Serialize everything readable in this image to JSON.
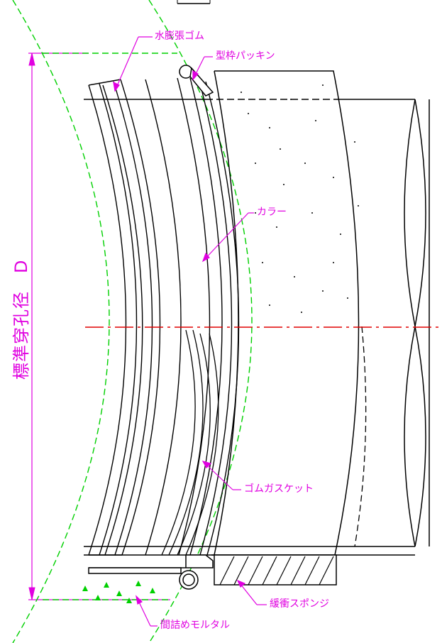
{
  "colors": {
    "annotation": "#e000e0",
    "guide": "#00d000",
    "centerline": "#e00000",
    "outline": "#000000"
  },
  "labels": {
    "water_swelling_rubber": "水膨張ゴム",
    "form_packing": "型枠パッキン",
    "collar": "カラー",
    "rubber_gasket": "ゴムガスケット",
    "cushion_sponge": "緩衝スポンジ",
    "filling_mortar": "間詰めモルタル"
  },
  "dimension": {
    "label": "標準穿孔径　D"
  }
}
